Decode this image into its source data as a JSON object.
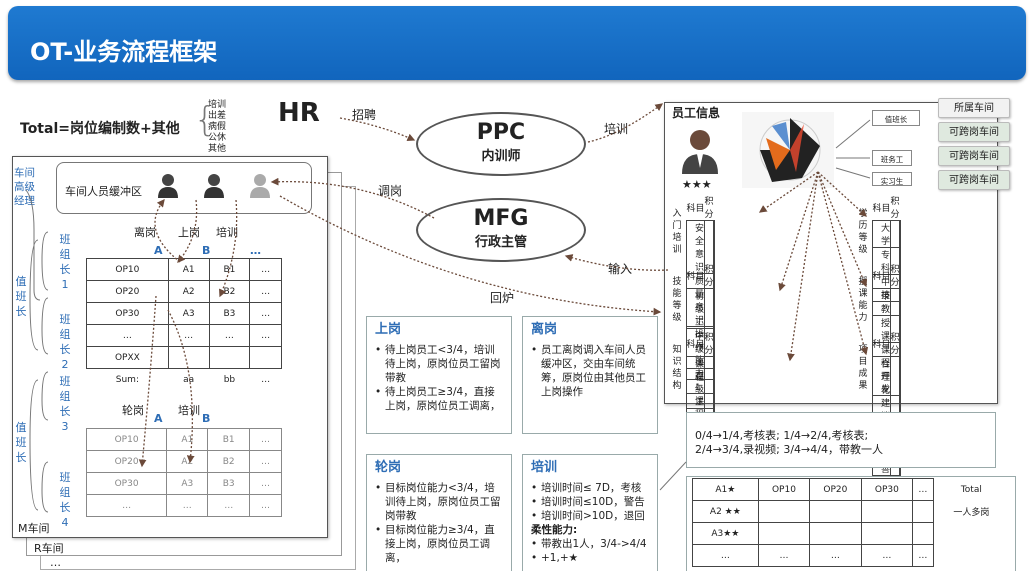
{
  "header": {
    "title": "OT-业务流程框架"
  },
  "total": {
    "formula": "Total=岗位编制数+其他",
    "others": [
      "培训",
      "出差",
      "病假",
      "公休",
      "其他"
    ]
  },
  "roles": {
    "hr": "HR",
    "recruit": "招聘",
    "train": "培训",
    "ppc_title": "PPC",
    "ppc_sub": "内训师",
    "mfg_title": "MFG",
    "mfg_sub": "行政主管",
    "transfer": "调岗",
    "input": "输入",
    "return": "回炉"
  },
  "workshop": {
    "manager": "车间高级经理",
    "buffer": "车间人员缓冲区",
    "duty1": "值班长",
    "duty2": "值班长",
    "lead1": "班组长1",
    "lead2": "班组长2",
    "lead3": "班组长3",
    "lead4": "班组长4",
    "leave": "离岗",
    "onboard": "上岗",
    "training": "培训",
    "rotate": "轮岗",
    "training2": "培训",
    "cols": [
      "A",
      "B",
      "…"
    ],
    "rows": [
      [
        "OP10",
        "A1",
        "B1",
        "…"
      ],
      [
        "OP20",
        "A2",
        "B2",
        "…"
      ],
      [
        "OP30",
        "A3",
        "B3",
        "…"
      ],
      [
        "…",
        "…",
        "…",
        "…"
      ],
      [
        "OPXX",
        "",
        "",
        ""
      ],
      [
        "Sum:",
        "aa",
        "bb",
        "…"
      ]
    ],
    "rows2": [
      [
        "OP10",
        "A1",
        "B1",
        "…"
      ],
      [
        "OP20",
        "A2",
        "B2",
        "…"
      ],
      [
        "OP30",
        "A3",
        "B3",
        "…"
      ],
      [
        "…",
        "…",
        "…",
        "…"
      ]
    ],
    "m_workshop": "M车间",
    "r_workshop": "R车间",
    "more": "…"
  },
  "cards": {
    "onboard": {
      "title": "上岗",
      "items": [
        "待上岗员工<3/4，培训待上岗，原岗位员工留岗带教",
        "待上岗员工≥3/4，直接上岗，原岗位员工调离，"
      ]
    },
    "leave": {
      "title": "离岗",
      "items": [
        "员工离岗调入车间人员缓冲区，交由车间统筹，原岗位由其他员工上岗操作"
      ]
    },
    "rotate": {
      "title": "轮岗",
      "items": [
        "目标岗位能力<3/4，培训待上岗，原岗位员工留岗带教",
        "目标岗位能力≥3/4，直接上岗，原岗位员工调离，"
      ]
    },
    "training": {
      "title": "培训",
      "items": [
        "培训时间≤ 7D，考核",
        "培训时间≤10D，警告",
        "培训时间>10D，退回"
      ],
      "soft": "柔性能力:",
      "soft_items": [
        "带教出1人，3/4->4/4",
        "+1,+★"
      ]
    }
  },
  "employee": {
    "title": "员工信息",
    "stars": "★★★",
    "subject": "科目",
    "score": "积分",
    "sections_left": [
      {
        "label": "入门培训",
        "items": [
          "安全意识",
          "质量意识",
          "操作能力"
        ]
      },
      {
        "label": "技能等级",
        "items": [
          "初级工",
          "中级工",
          "高级工"
        ]
      },
      {
        "label": "知识结构",
        "items": [
          "课程1",
          "课程2",
          "课程3"
        ]
      }
    ],
    "sections_right": [
      {
        "label": "学历等级",
        "items": [
          "大学",
          "专科",
          "中技"
        ]
      },
      {
        "label": "授课能力",
        "items": [
          "带教",
          "授课",
          "课程开发"
        ]
      },
      {
        "label": "项目成果",
        "items": [
          "合理化建议",
          "持续改善",
          "专利"
        ]
      }
    ],
    "mini": [
      "值班长",
      "班务工",
      "实习生"
    ],
    "side": [
      "所属车间",
      "可跨岗车间",
      "可跨岗车间",
      "可跨岗车间"
    ]
  },
  "assessment": {
    "line1": "0/4→1/4,考核表;  1/4→2/4,考核表;",
    "line2": "2/4→3/4,录视频;  3/4→4/4，带教一人"
  },
  "matrix": {
    "headers": [
      "A1★",
      "OP10",
      "OP20",
      "OP30",
      "…",
      "Total"
    ],
    "rows": [
      [
        "A2 ★★",
        "",
        "",
        "",
        "",
        "一人多岗"
      ],
      [
        "A3★★",
        "",
        "",
        "",
        "",
        ""
      ],
      [
        "…",
        "…",
        "…",
        "…",
        "…",
        ""
      ]
    ]
  }
}
